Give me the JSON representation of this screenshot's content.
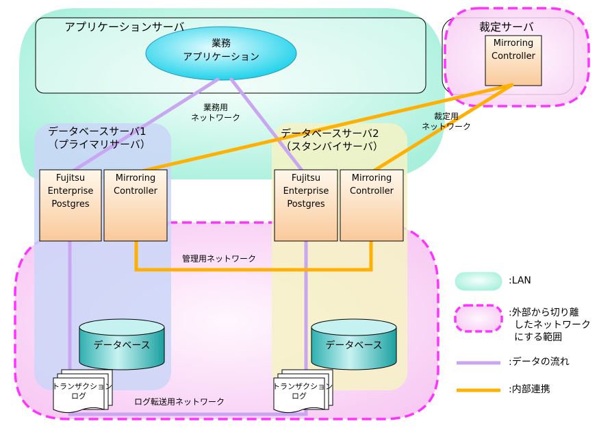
{
  "app_server": {
    "title": "アプリケーションサーバ",
    "app_line1": "業務",
    "app_line2": "アプリケーション"
  },
  "arbitration_server": {
    "title": "裁定サーバ",
    "mc_line1": "Mirroring",
    "mc_line2": "Controller"
  },
  "db_server1": {
    "title_line1": "データベースサーバ1",
    "title_line2": "（プライマリサーバ）"
  },
  "db_server2": {
    "title_line1": "データベースサーバ2",
    "title_line2": "（スタンバイサーバ）"
  },
  "fep": {
    "line1": "Fujitsu",
    "line2": "Enterprise",
    "line3": "Postgres"
  },
  "mc": {
    "line1": "Mirroring",
    "line2": "Controller"
  },
  "networks": {
    "business_line1": "業務用",
    "business_line2": "ネットワーク",
    "arbitration_line1": "裁定用",
    "arbitration_line2": "ネットワーク",
    "management": "管理用ネットワーク",
    "log_transfer": "ログ転送用ネットワーク"
  },
  "database_label": "データベース",
  "transaction_log": {
    "line1": "トランザクション",
    "line2": "ログ"
  },
  "legend": {
    "lan": ":LAN",
    "isolated_line1": ":外部から切り離",
    "isolated_line2": "したネットワーク",
    "isolated_line3": "にする範囲",
    "data_flow": ":データの流れ",
    "internal_link": ":内部連携"
  },
  "colors": {
    "lan": "#aef3df",
    "isolated_border": "#ff33ff",
    "isolated_fill": "#fbe0fb",
    "data_flow": "#c8a6f2",
    "internal_link": "#ffb000",
    "server1_bg": "#cfd9f7",
    "server2_bg": "#f7f3c8",
    "app_oval": "#1ed8f0"
  }
}
